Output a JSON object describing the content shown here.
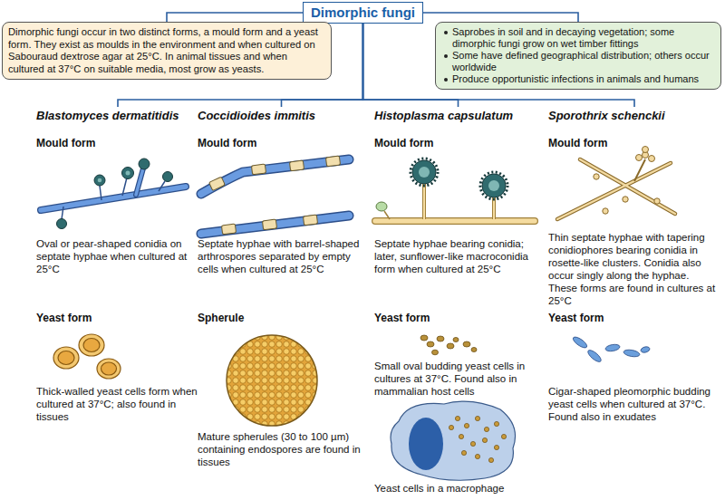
{
  "diagram": {
    "nodes": [
      {
        "text": [
          "Dimorphic fungi"
        ]
      },
      {
        "text": [
          "Dimorphic fungi occur in two distinct forms, a mould form and a yeast form. They exist as moulds in the environment and when cultured on Sabouraud dextrose agar at 25°C. In animal tissues and when cultured at 37°C on suitable media, most grow as yeasts."
        ]
      },
      {
        "text": [
          "Saprobes in soil and in decaying vegetation; some dimorphic fungi grow on wet timber fittings",
          "Some have defined geographical distribution; others occur worldwide",
          "Produce opportunistic infections in animals and humans"
        ]
      },
      {
        "text": [
          "Blastomyces dermatitidis",
          "Mould form",
          "Oval or pear-shaped conidia on septate hyphae when cultured at 25°C",
          "Yeast form",
          "Thick-walled yeast cells form when cultured at 37°C; also found in tissues"
        ]
      },
      {
        "text": [
          "Coccidioides immitis",
          "Mould form",
          "Septate hyphae with barrel-shaped arthrospores separated by empty cells when cultured at 25°C",
          "Spherule",
          "Mature spherules (30 to 100 µm) containing endospores are found in tissues"
        ]
      },
      {
        "text": [
          "Histoplasma capsulatum",
          "Mould form",
          "Septate hyphae bearing conidia; later, sunflower-like macroconidia form when cultured at 25°C",
          "Yeast form",
          "Small oval budding yeast cells in cultures at 37°C. Found also in mammalian host cells",
          "Yeast cells in a macrophage"
        ]
      },
      {
        "text": [
          "Sporothrix schenckii",
          "Mould form",
          "Thin septate hyphae with tapering conidiophores bearing conidia in rosette-like clusters. Conidia also occur singly along the hyphae. These forms are found in cultures at 25°C",
          "Yeast form",
          "Cigar-shaped pleomorphic budding yeast cells when cultured at 37°C. Found also in exudates"
        ]
      }
    ],
    "edges": [
      {
        "from": 0,
        "to": 1,
        "arrow": "none"
      },
      {
        "from": 0,
        "to": 2,
        "arrow": "none"
      },
      {
        "from": 0,
        "to": 3,
        "arrow": "none"
      },
      {
        "from": 0,
        "to": 4,
        "arrow": "none"
      },
      {
        "from": 0,
        "to": 5,
        "arrow": "none"
      },
      {
        "from": 0,
        "to": 6,
        "arrow": "none"
      }
    ]
  }
}
